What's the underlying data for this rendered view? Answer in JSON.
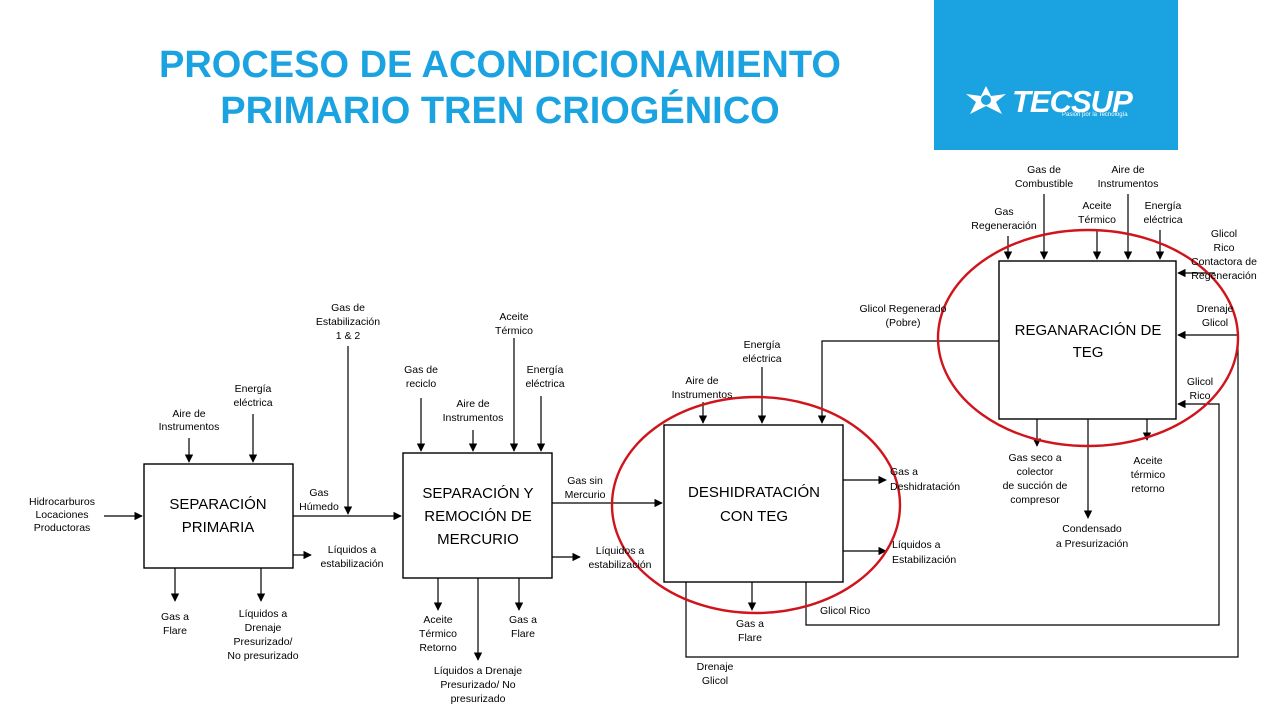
{
  "title": {
    "line1": "PROCESO DE ACONDICIONAMIENTO",
    "line2": "PRIMARIO TREN CRIOGÉNICO"
  },
  "logo": {
    "text": "TECSUP",
    "tagline": "Pasión por la Tecnología",
    "icon": "star-icon",
    "background": "#1aa3e0"
  },
  "colors": {
    "title": "#1aa3e0",
    "highlight_circle": "#d0141b"
  },
  "boxes": {
    "separacion": [
      "SEPARACIÓN",
      "PRIMARIA"
    ],
    "mercurio": [
      "SEPARACIÓN Y",
      "REMOCIÓN DE",
      "MERCURIO"
    ],
    "deshidratacion": [
      "DESHIDRATACIÓN",
      "CON TEG"
    ],
    "regeneracion": [
      "REGANARACIÓN DE",
      "TEG"
    ]
  },
  "labels": {
    "hidrocarburos": [
      "Hidrocarburos",
      "Locaciones",
      "Productoras"
    ],
    "aire_1": [
      "Aire de",
      "Instrumentos"
    ],
    "energia_1": [
      "Energía",
      "eléctrica"
    ],
    "gas_humedo": [
      "Gas",
      "Húmedo"
    ],
    "gas_estab": [
      "Gas de",
      "Estabilización",
      "1 & 2"
    ],
    "liquidos_estab_1": [
      "Líquidos a",
      "estabilización"
    ],
    "gas_flare_1": [
      "Gas a",
      "Flare"
    ],
    "liquidos_drenaje_1": [
      "Líquidos a",
      "Drenaje",
      "Presurizado/",
      "No presurizado"
    ],
    "gas_reciclo": [
      "Gas de",
      "reciclo"
    ],
    "aire_2": [
      "Aire de",
      "Instrumentos"
    ],
    "aceite_termico_1": [
      "Aceite",
      "Térmico"
    ],
    "energia_2": [
      "Energía",
      "eléctrica"
    ],
    "gas_sin_mercurio": [
      "Gas sin",
      "Mercurio"
    ],
    "liquidos_estab_2": [
      "Líquidos a",
      "estabilización"
    ],
    "aceite_retorno_1": [
      "Aceite",
      "Térmico",
      "Retorno"
    ],
    "liquidos_drenaje_2": [
      "Líquidos a Drenaje",
      "Presurizado/ No",
      "presurizado"
    ],
    "gas_flare_2": [
      "Gas a",
      "Flare"
    ],
    "aire_3": [
      "Aire de",
      "Instrumentos"
    ],
    "energia_3": [
      "Energía",
      "eléctrica"
    ],
    "glicol_regenerado": [
      "Glicol Regenerado",
      "(Pobre)"
    ],
    "gas_deshidratacion": [
      "Gas a",
      "Deshidratación"
    ],
    "liquidos_estab_3": [
      "Líquidos a",
      "Estabilización"
    ],
    "gas_flare_3": [
      "Gas a",
      "Flare"
    ],
    "glicol_rico": [
      "Glicol Rico"
    ],
    "drenaje_glicol_1": [
      "Drenaje",
      "Glicol"
    ],
    "gas_combustible": [
      "Gas de",
      "Combustible"
    ],
    "aire_4": [
      "Aire de",
      "Instrumentos"
    ],
    "gas_regeneracion": [
      "Gas",
      "Regeneración"
    ],
    "aceite_termico_2": [
      "Aceite",
      "Térmico"
    ],
    "energia_4": [
      "Energía",
      "eléctrica"
    ],
    "glicol_rico_contactora": [
      "Glicol",
      "Rico",
      "Contactora de",
      "Regeneración"
    ],
    "drenaje_glicol_2": [
      "Drenaje",
      "Glicol"
    ],
    "glicol_rico_2": [
      "Glicol",
      "Rico"
    ],
    "gas_seco": [
      "Gas seco a",
      "colector",
      "de succión de",
      "compresor"
    ],
    "condensado": [
      "Condensado",
      "a Presurización"
    ],
    "aceite_retorno_2": [
      "Aceite",
      "térmico",
      "retorno"
    ]
  }
}
